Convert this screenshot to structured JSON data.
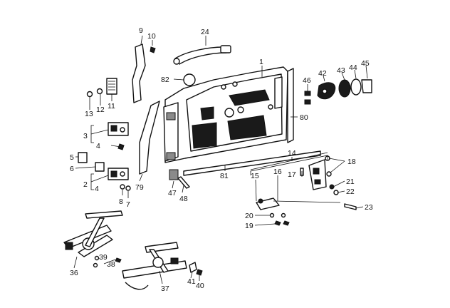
{
  "diagram": {
    "labels": {
      "p1": "1",
      "p2": "2",
      "p3": "3",
      "p4a": "4",
      "p4b": "4",
      "p5": "5",
      "p6": "6",
      "p7": "7",
      "p8": "8",
      "p9": "9",
      "p10": "10",
      "p11": "11",
      "p12": "12",
      "p13": "13",
      "p14": "14",
      "p15": "15",
      "p16": "16",
      "p17": "17",
      "p18": "18",
      "p19": "19",
      "p20": "20",
      "p21": "21",
      "p22": "22",
      "p23": "23",
      "p24": "24",
      "p36": "36",
      "p37": "37",
      "p38": "38",
      "p39": "39",
      "p40": "40",
      "p41": "41",
      "p42": "42",
      "p43": "43",
      "p44": "44",
      "p45": "45",
      "p46": "46",
      "p47": "47",
      "p48": "48",
      "p79": "79",
      "p80": "80",
      "p81": "81",
      "p82": "82"
    }
  }
}
